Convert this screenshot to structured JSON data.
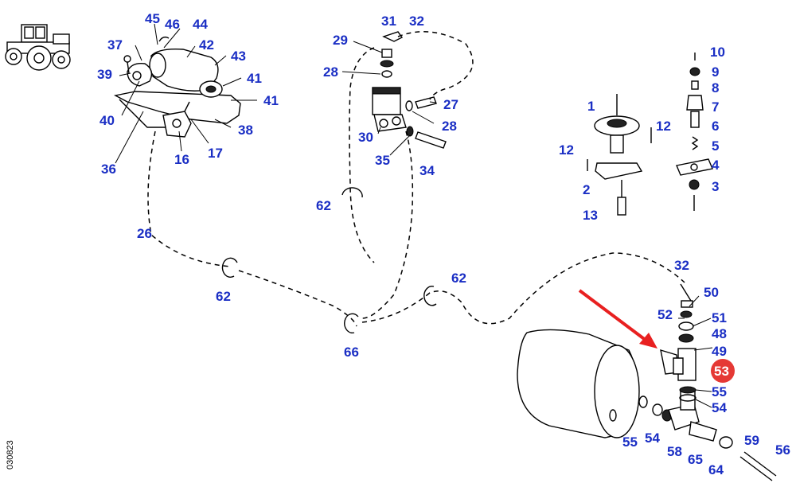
{
  "diagram": {
    "reference_code": "030823",
    "highlight_color": "#e53935",
    "label_color": "#1a2ec4",
    "arrow_color": "#e82020",
    "highlighted_part": "53",
    "icons": [
      "tractor-icon"
    ]
  },
  "labels": {
    "p45": "45",
    "p46": "46",
    "p44": "44",
    "p37": "37",
    "p42": "42",
    "p43": "43",
    "p39": "39",
    "p41a": "41",
    "p41b": "41",
    "p40": "40",
    "p38": "38",
    "p36": "36",
    "p16": "16",
    "p17": "17",
    "p31": "31",
    "p32a": "32",
    "p29": "29",
    "p28a": "28",
    "p27": "27",
    "p28b": "28",
    "p30": "30",
    "p35": "35",
    "p34": "34",
    "p62a": "62",
    "p10": "10",
    "p9": "9",
    "p8": "8",
    "p1": "1",
    "p7": "7",
    "p12a": "12",
    "p6": "6",
    "p12b": "12",
    "p5": "5",
    "p4": "4",
    "p2": "2",
    "p3": "3",
    "p13": "13",
    "p26": "26",
    "p62b": "62",
    "p66": "66",
    "p62c": "62",
    "p32b": "32",
    "p50": "50",
    "p52": "52",
    "p51": "51",
    "p48": "48",
    "p49": "49",
    "p53": "53",
    "p55a": "55",
    "p54a": "54",
    "p55b": "55",
    "p54b": "54",
    "p58": "58",
    "p65": "65",
    "p64": "64",
    "p59": "59",
    "p56": "56"
  }
}
